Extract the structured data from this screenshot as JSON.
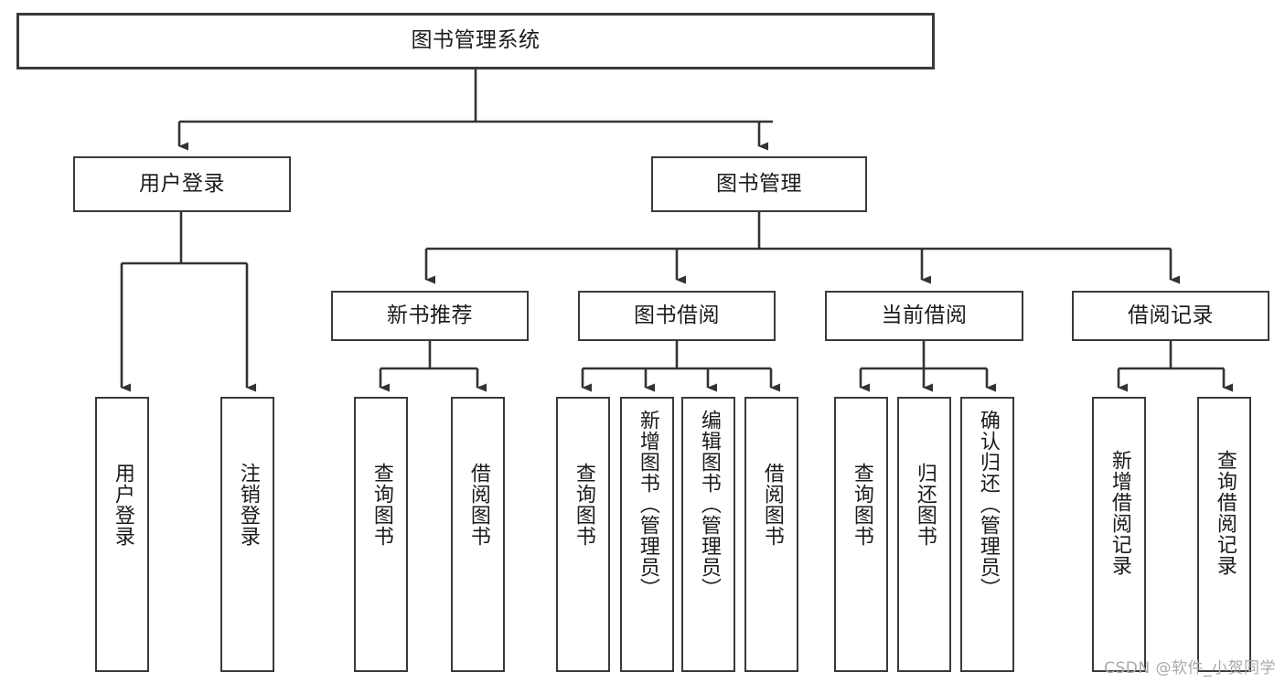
{
  "diagram": {
    "title": "图书管理系统",
    "type": "tree-hierarchy",
    "orientation": "top-down",
    "colors": {
      "box_border": "#3a3a3a",
      "box_fill": "#ffffff",
      "connector": "#333333",
      "text": "#1b1b1b",
      "watermark": "#a9a9a9"
    },
    "watermark": "CSDN @软件_小贺同学"
  },
  "nodes": {
    "root": {
      "label": "图书管理系统"
    },
    "level2": [
      {
        "label": "用户登录"
      },
      {
        "label": "图书管理"
      }
    ],
    "level3": [
      {
        "label": "新书推荐"
      },
      {
        "label": "图书借阅"
      },
      {
        "label": "当前借阅"
      },
      {
        "label": "借阅记录"
      }
    ],
    "leaves": {
      "user_login": [
        {
          "label": "用户登录"
        },
        {
          "label": "注销登录"
        }
      ],
      "new_book_recommend": [
        {
          "label": "查询图书"
        },
        {
          "label": "借阅图书"
        }
      ],
      "book_borrow": [
        {
          "label": "查询图书"
        },
        {
          "label": "新增图书（管理员）"
        },
        {
          "label": "编辑图书（管理员）"
        },
        {
          "label": "借阅图书"
        }
      ],
      "current_borrow": [
        {
          "label": "查询图书"
        },
        {
          "label": "归还图书"
        },
        {
          "label": "确认归还（管理员）"
        }
      ],
      "borrow_record": [
        {
          "label": "新增借阅记录"
        },
        {
          "label": "查询借阅记录"
        }
      ]
    }
  }
}
